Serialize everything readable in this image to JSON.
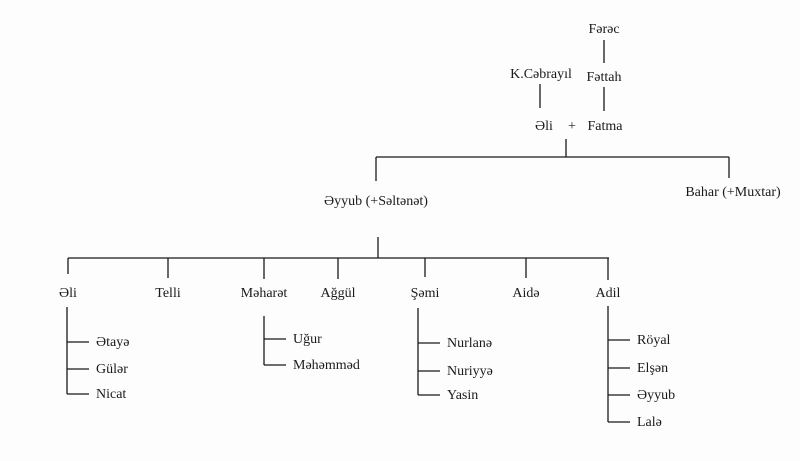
{
  "ancestors": {
    "great_grandfather": "Fərəc",
    "grandfather_maternal": "Fəttah",
    "grandfather_paternal": "K.Cəbrayıl",
    "father": "Əli",
    "plus": "+",
    "mother": "Fatma"
  },
  "children": {
    "first": "Əyyub (+Səltənət)",
    "second": "Bahar (+Muxtar)"
  },
  "grandchildren": [
    {
      "name": "Əli",
      "children": [
        "Ətayə",
        "Gülər",
        "Nicat"
      ]
    },
    {
      "name": "Telli",
      "children": []
    },
    {
      "name": "Məharət",
      "children": [
        "Uğur",
        "Məhəmməd"
      ]
    },
    {
      "name": "Ağgül",
      "children": []
    },
    {
      "name": "Şəmi",
      "children": [
        "Nurlanə",
        "Nuriyyə",
        "Yasin"
      ]
    },
    {
      "name": "Aidə",
      "children": []
    },
    {
      "name": "Adil",
      "children": [
        "Röyal",
        "Elşən",
        "Əyyub",
        "Lalə"
      ]
    }
  ]
}
